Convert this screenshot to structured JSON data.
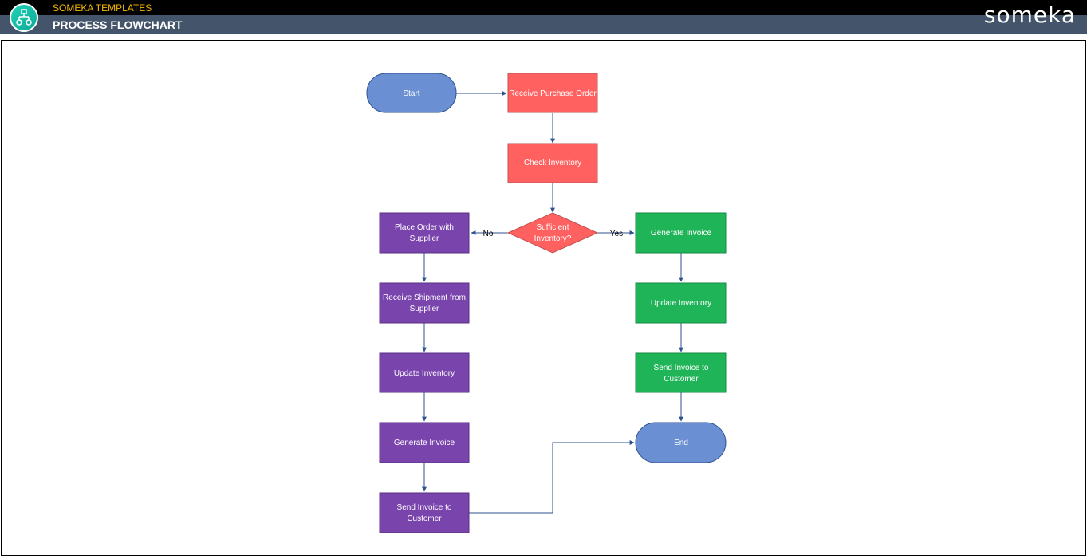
{
  "header": {
    "brand": "SOMEKA TEMPLATES",
    "title": "PROCESS FLOWCHART",
    "logo": "someka",
    "app_icon": "flowchart-icon"
  },
  "colors": {
    "top_bar": "#000000",
    "title_bar": "#44546a",
    "brand_text": "#f5b800",
    "terminal": "#6a8fd2",
    "main": "#ff6161",
    "no_branch": "#7a44ad",
    "yes_branch": "#1fb457",
    "connector": "#2f528f"
  },
  "flowchart": {
    "nodes": {
      "start": {
        "label": "Start"
      },
      "receive_po": {
        "label": "Receive Purchase Order"
      },
      "check_inv": {
        "label": "Check Inventory"
      },
      "decision": {
        "line1": "Sufficient",
        "line2": "Inventory?"
      },
      "place_order": {
        "line1": "Place Order with",
        "line2": "Supplier"
      },
      "receive_shipment": {
        "line1": "Receive Shipment from",
        "line2": "Supplier"
      },
      "update_inv_left": {
        "label": "Update Inventory"
      },
      "gen_invoice_left": {
        "label": "Generate Invoice"
      },
      "send_invoice_left": {
        "line1": "Send Invoice to",
        "line2": "Customer"
      },
      "gen_invoice_right": {
        "label": "Generate Invoice"
      },
      "update_inv_right": {
        "label": "Update Inventory"
      },
      "send_invoice_right": {
        "line1": "Send Invoice to",
        "line2": "Customer"
      },
      "end": {
        "label": "End"
      }
    },
    "edge_labels": {
      "no": "No",
      "yes": "Yes"
    }
  }
}
